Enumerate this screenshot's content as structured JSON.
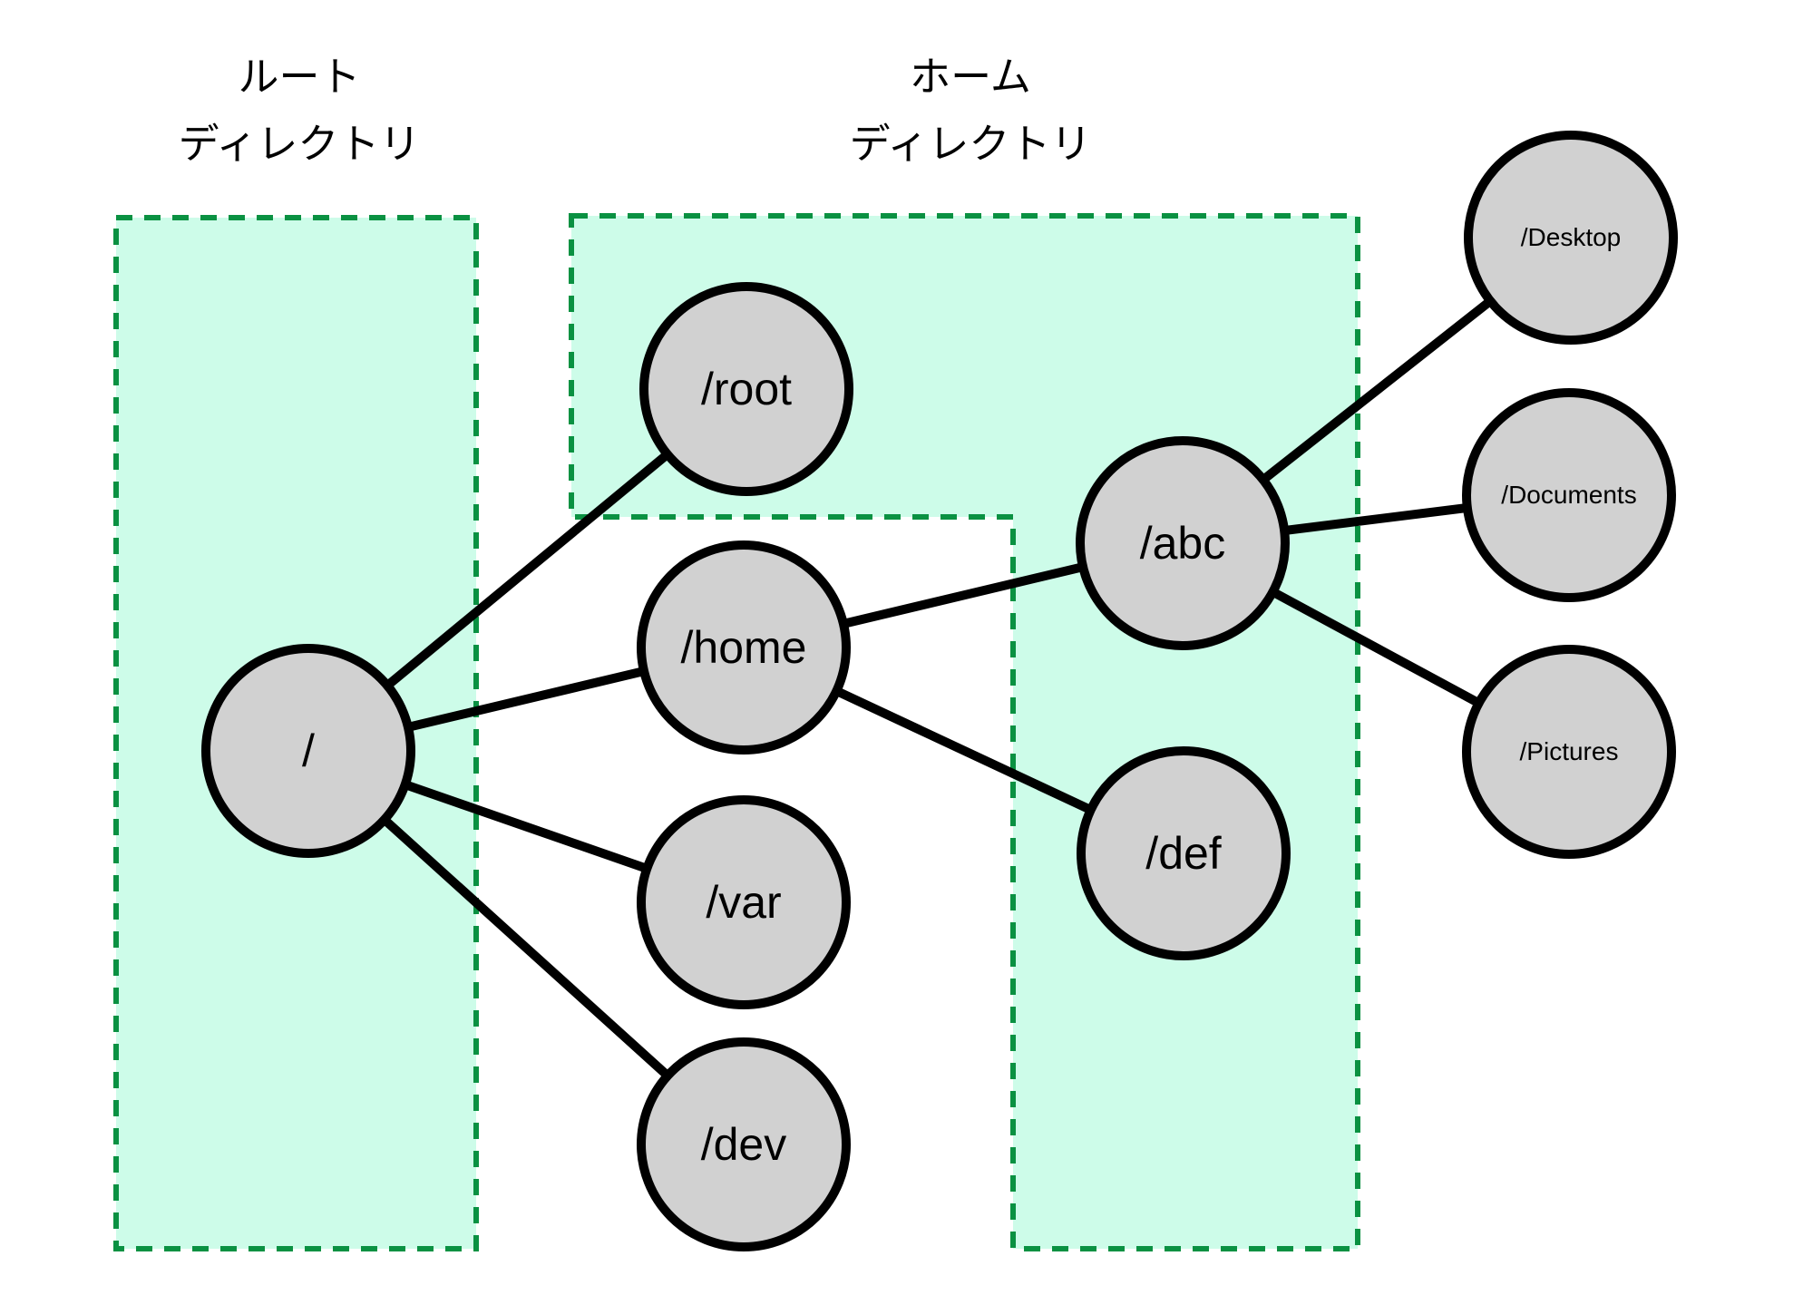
{
  "diagram": {
    "title": "Linux filesystem tree with root and home directory regions",
    "regions": [
      {
        "name": "root-directory",
        "label_lines": [
          "ルート",
          "ディレクトリ"
        ]
      },
      {
        "name": "home-directory",
        "label_lines": [
          "ホーム",
          "ディレクトリ"
        ]
      }
    ],
    "nodes": [
      {
        "id": "root",
        "label": "/"
      },
      {
        "id": "root-dir",
        "label": "/root"
      },
      {
        "id": "home",
        "label": "/home"
      },
      {
        "id": "var",
        "label": "/var"
      },
      {
        "id": "dev",
        "label": "/dev"
      },
      {
        "id": "abc",
        "label": "/abc"
      },
      {
        "id": "def",
        "label": "/def"
      },
      {
        "id": "desktop",
        "label": "/Desktop"
      },
      {
        "id": "documents",
        "label": "/Documents"
      },
      {
        "id": "pictures",
        "label": "/Pictures"
      }
    ],
    "edges": [
      {
        "from": "/",
        "to": "/root"
      },
      {
        "from": "/",
        "to": "/home"
      },
      {
        "from": "/",
        "to": "/var"
      },
      {
        "from": "/",
        "to": "/dev"
      },
      {
        "from": "/home",
        "to": "/abc"
      },
      {
        "from": "/home",
        "to": "/def"
      },
      {
        "from": "/abc",
        "to": "/Desktop"
      },
      {
        "from": "/abc",
        "to": "/Documents"
      },
      {
        "from": "/abc",
        "to": "/Pictures"
      }
    ],
    "colors": {
      "region_fill": "#cdfce9",
      "region_stroke": "#0a9142",
      "node_fill": "#d1d1d1",
      "node_stroke": "#000000",
      "edge_color": "#000000",
      "background": "#ffffff"
    }
  }
}
